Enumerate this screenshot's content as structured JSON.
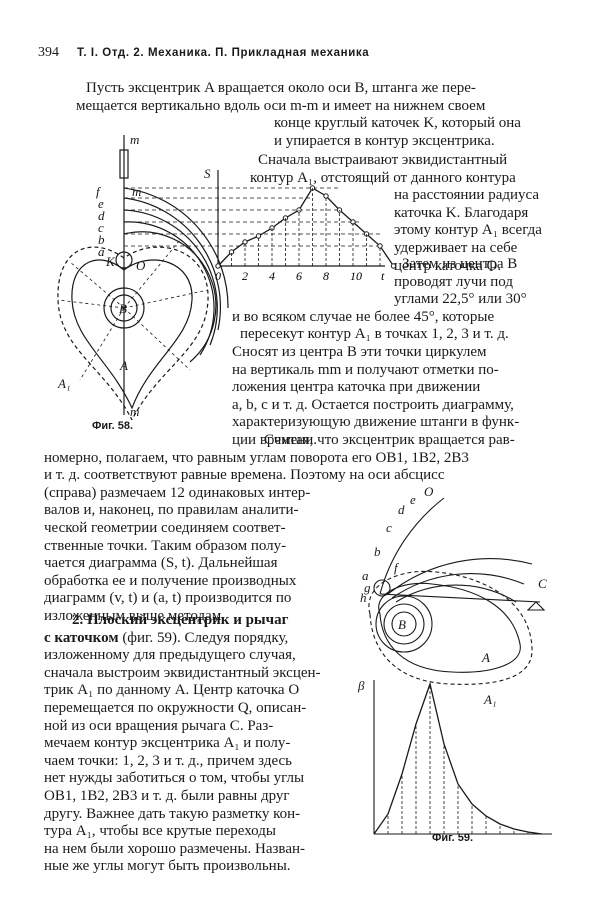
{
  "header": {
    "page_number": "394",
    "running_title": "Т. I. Отд. 2. Механика. П. Прикладная механика"
  },
  "para1_lines": [
    "Пусть эксцентрик A вращается около оси B, штанга же пере-",
    "мещается вертикально вдоль оси m-m и имеет на нижнем своем",
    "конце круглый каточек K, который она",
    "и упирается в контур эксцентрика."
  ],
  "para2_lines": [
    "Сначала выстраивают эквидистантный",
    "контур A₁, отстоящий от данного контура",
    "на расстоянии радиуса",
    "каточка K. Благодаря",
    "этому контур A₁ всегда",
    "удерживает на себе",
    "центр каточка O."
  ],
  "para3_lines": [
    "Затем из центра B",
    "проводят лучи под",
    "углами 22,5° или 30°",
    "и во всяком случае не более 45°, которые",
    "пересекут контур A₁ в точках 1, 2, 3 и т. д.",
    "Сносят из центра B эти точки циркулем",
    "на вертикаль mm и получают отметки по-",
    "ложения центра каточка при движении",
    "a, b, c и т. д. Остается построить диаграмму,",
    "характеризующую движение штанги в функ-",
    "ции времени."
  ],
  "para4_lines": [
    "Считая, что эксцентрик вращается рав-",
    "номерно, полагаем, что равным углам поворота его OB1, 1B2, 2B3",
    "и т. д. соответствуют равные времена. Поэтому на оси абсцисс",
    "(справа) размечаем 12 одинаковых интер-",
    "валов и, наконец, по правилам аналити-",
    "ческой геометрии соединяем соответ-",
    "ственные точки. Таким образом полу-",
    "чается диаграмма (S, t). Дальнейшая",
    "обработка ее и получение производных",
    "диаграмм (v, t) и (a, t) производится по",
    "изложенным выше методам."
  ],
  "section2_title_lines": [
    "2. Плоский эксцентрик и рычаг",
    "с каточком"
  ],
  "section2_title_tail": " (фиг. 59). Следуя порядку,",
  "para5_lines": [
    "изложенному для предыдущего случая,",
    "сначала выстроим эквидистантный эксцен-",
    "трик A₁ по данному A. Центр каточка O",
    "перемещается по окружности Q, описан-",
    "ной из оси вращения рычага C. Раз-",
    "мечаем контур эксцентрика A₁ и полу-",
    "чаем точки: 1, 2, 3 и т. д., причем здесь",
    "нет нужды заботиться о том, чтобы углы",
    "OB1, 1B2, 2B3 и т. д. были равны друг",
    "другу. Важнее дать такую разметку кон-",
    "тура A₁, чтобы все крутые переходы",
    "на нем были хорошо размечены. Назван-",
    "ные же углы могут быть произвольны."
  ],
  "fig58": {
    "caption": "Фиг. 58.",
    "labels": {
      "m_top": "m",
      "m_mid": "m",
      "S": "S",
      "f": "f",
      "e": "e",
      "d": "d",
      "c": "c",
      "b": "b",
      "a": "a",
      "K": "K",
      "O": "O",
      "B": "B",
      "A": "A",
      "A1": "A₁",
      "m_bottom": "m"
    },
    "t_ticks": [
      "0",
      "2",
      "4",
      "6",
      "8",
      "10",
      "t"
    ]
  },
  "fig59": {
    "caption": "Фиг. 59.",
    "labels": {
      "O": "O",
      "e": "e",
      "d": "d",
      "c": "c",
      "b": "b",
      "a": "a",
      "h": "h",
      "g": "g",
      "f": "f",
      "C": "C",
      "B": "B",
      "A": "A",
      "A1": "A₁",
      "beta": "β"
    }
  }
}
